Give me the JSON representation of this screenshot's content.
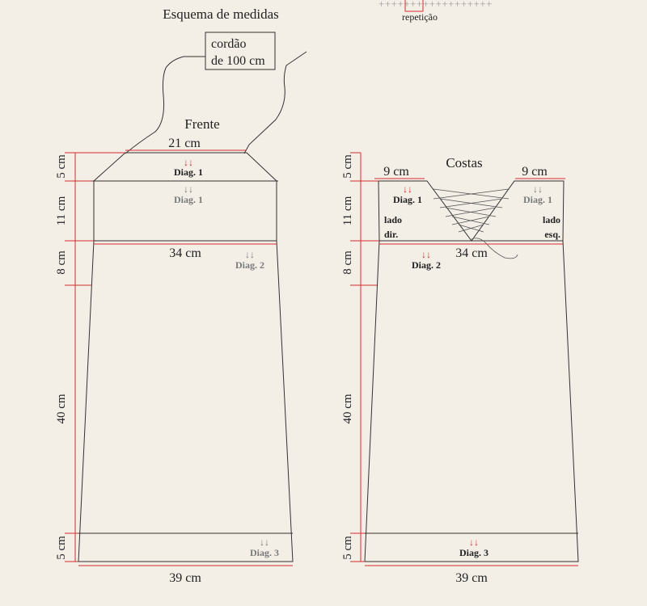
{
  "title": "Esquema de medidas",
  "legend": {
    "marks": "++++++++++++++++++",
    "label": "repetição"
  },
  "cord_box": {
    "line1": "cordão",
    "line2": "de 100 cm"
  },
  "front": {
    "label": "Frente",
    "neck_width": "21 cm",
    "waist_width": "34 cm",
    "hem_width": "39 cm",
    "diag1_red": "Diag. 1",
    "diag1_grey": "Diag. 1",
    "diag2": "Diag. 2",
    "diag3": "Diag. 3",
    "heights": [
      "5 cm",
      "11 cm",
      "8 cm",
      "40 cm",
      "5 cm"
    ]
  },
  "back": {
    "label": "Costas",
    "left_strap_width": "9 cm",
    "right_strap_width": "9 cm",
    "waist_width": "34 cm",
    "hem_width": "39 cm",
    "diag1_red": "Diag. 1",
    "diag1_grey": "Diag. 1",
    "diag2": "Diag. 2",
    "diag3": "Diag. 3",
    "side_right_line1": "lado",
    "side_right_line2": "dir.",
    "side_left_line1": "lado",
    "side_left_line2": "esq.",
    "heights": [
      "5 cm",
      "11 cm",
      "8 cm",
      "40 cm",
      "5 cm"
    ]
  },
  "arrow_glyph": "↓↓",
  "colors": {
    "background": "#f3eee6",
    "outline": "#3a3a3a",
    "measure_red": "#d32f2f",
    "arrow_red": "#d32f2f",
    "grey_text": "#7a7a7a"
  }
}
